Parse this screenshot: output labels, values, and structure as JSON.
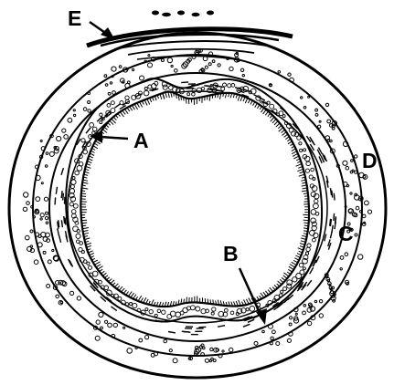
{
  "labels": {
    "a": "A",
    "b": "B",
    "c": "C",
    "d": "D",
    "e": "E"
  },
  "colors": {
    "ink": "#000000",
    "paper": "#ffffff"
  }
}
